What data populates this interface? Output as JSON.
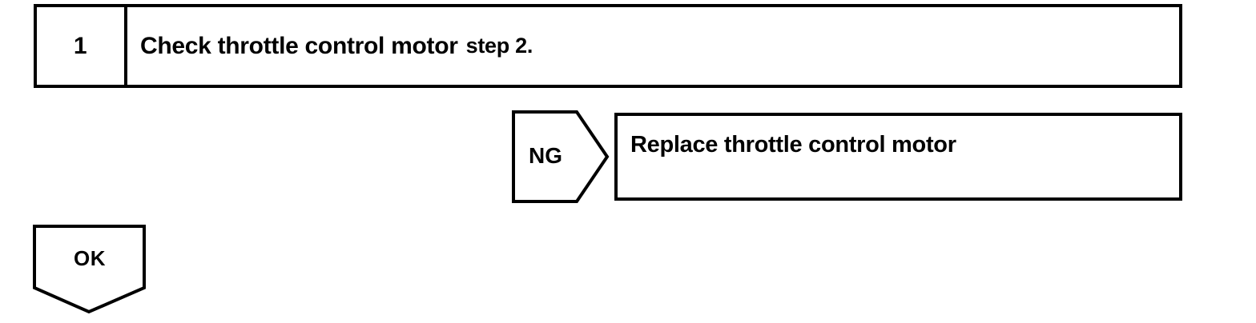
{
  "flowchart": {
    "step": {
      "number": "1",
      "title": "Check throttle control motor",
      "suffix": "step 2."
    },
    "ng_branch": {
      "label": "NG",
      "action": "Replace throttle control motor"
    },
    "ok_branch": {
      "label": "OK"
    },
    "colors": {
      "line": "#000000",
      "background": "#ffffff",
      "text": "#000000"
    }
  }
}
